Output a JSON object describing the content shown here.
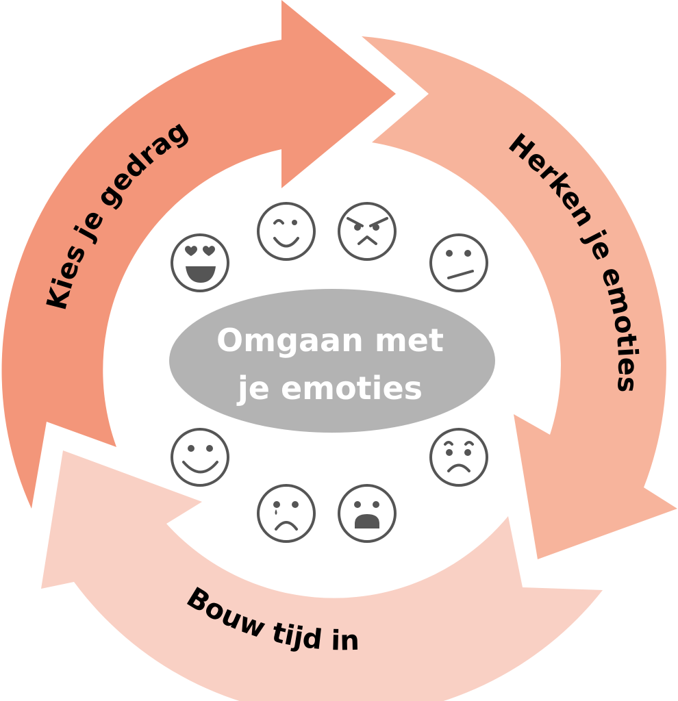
{
  "diagram": {
    "title": "Omgaan met je emoties",
    "center": {
      "lines": [
        "Omgaan met",
        "je emoties"
      ],
      "fill_color": "#b3b3b3",
      "text_color": "#ffffff"
    },
    "cycle_steps": [
      {
        "id": "kies",
        "label": "Kies je gedrag",
        "color": "#f3967a"
      },
      {
        "id": "herken",
        "label": "Herken je emoties",
        "color": "#f7b49c"
      },
      {
        "id": "bouw",
        "label": "Bouw tijd in",
        "color": "#f9d0c4"
      }
    ],
    "emotion_faces": [
      {
        "name": "heart-eyes-face-icon",
        "emotion": "in love"
      },
      {
        "name": "winking-face-icon",
        "emotion": "winking"
      },
      {
        "name": "angry-face-icon",
        "emotion": "angry"
      },
      {
        "name": "skeptical-face-icon",
        "emotion": "skeptical"
      },
      {
        "name": "worried-face-icon",
        "emotion": "worried"
      },
      {
        "name": "shocked-face-icon",
        "emotion": "shocked"
      },
      {
        "name": "crying-face-icon",
        "emotion": "sad"
      },
      {
        "name": "smiling-face-icon",
        "emotion": "happy"
      }
    ],
    "icon_color": "#555555"
  }
}
